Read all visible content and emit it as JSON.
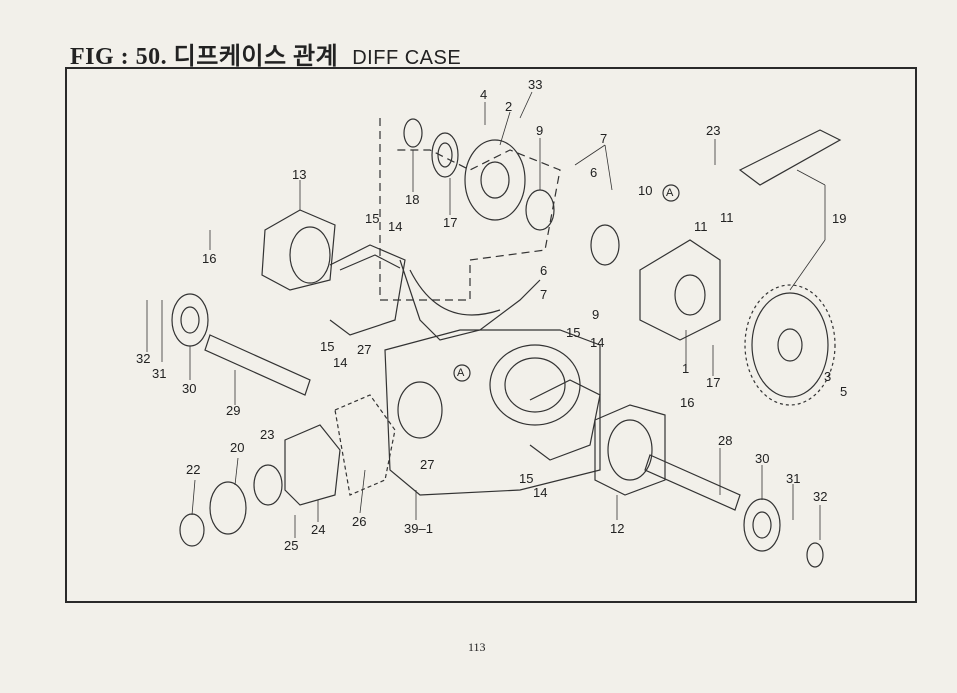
{
  "header": {
    "fig_label": "FIG : 50. 디프케이스 관계",
    "subtitle": "DIFF CASE"
  },
  "callouts": [
    {
      "key": "c33",
      "text": "33"
    },
    {
      "key": "c4",
      "text": "4"
    },
    {
      "key": "c2",
      "text": "2"
    },
    {
      "key": "c9a",
      "text": "9"
    },
    {
      "key": "c7a",
      "text": "7"
    },
    {
      "key": "c23a",
      "text": "23"
    },
    {
      "key": "c6a",
      "text": "6"
    },
    {
      "key": "c10",
      "text": "10"
    },
    {
      "key": "c11a",
      "text": "11"
    },
    {
      "key": "c11b",
      "text": "11"
    },
    {
      "key": "c19",
      "text": "19"
    },
    {
      "key": "c13",
      "text": "13"
    },
    {
      "key": "c18",
      "text": "18"
    },
    {
      "key": "c17a",
      "text": "17"
    },
    {
      "key": "c15a",
      "text": "15"
    },
    {
      "key": "c14a",
      "text": "14"
    },
    {
      "key": "c16a",
      "text": "16"
    },
    {
      "key": "c6b",
      "text": "6"
    },
    {
      "key": "c7b",
      "text": "7"
    },
    {
      "key": "c9b",
      "text": "9"
    },
    {
      "key": "c1",
      "text": "1"
    },
    {
      "key": "c17b",
      "text": "17"
    },
    {
      "key": "c3",
      "text": "3"
    },
    {
      "key": "c5",
      "text": "5"
    },
    {
      "key": "c32a",
      "text": "32"
    },
    {
      "key": "c31a",
      "text": "31"
    },
    {
      "key": "c30a",
      "text": "30"
    },
    {
      "key": "c29",
      "text": "29"
    },
    {
      "key": "c15b",
      "text": "15"
    },
    {
      "key": "c14b",
      "text": "14"
    },
    {
      "key": "c27a",
      "text": "27"
    },
    {
      "key": "c15c",
      "text": "15"
    },
    {
      "key": "c14c",
      "text": "14"
    },
    {
      "key": "c16b",
      "text": "16"
    },
    {
      "key": "c28",
      "text": "28"
    },
    {
      "key": "c20",
      "text": "20"
    },
    {
      "key": "c23b",
      "text": "23"
    },
    {
      "key": "c22",
      "text": "22"
    },
    {
      "key": "c27b",
      "text": "27"
    },
    {
      "key": "c15d",
      "text": "15"
    },
    {
      "key": "c14d",
      "text": "14"
    },
    {
      "key": "c30b",
      "text": "30"
    },
    {
      "key": "c31b",
      "text": "31"
    },
    {
      "key": "c32b",
      "text": "32"
    },
    {
      "key": "c24",
      "text": "24"
    },
    {
      "key": "c26",
      "text": "26"
    },
    {
      "key": "c39",
      "text": "39–1"
    },
    {
      "key": "c12",
      "text": "12"
    },
    {
      "key": "c25",
      "text": "25"
    },
    {
      "key": "cAa",
      "text": "A"
    },
    {
      "key": "cAb",
      "text": "A"
    }
  ],
  "footer": {
    "page_number": "113"
  }
}
